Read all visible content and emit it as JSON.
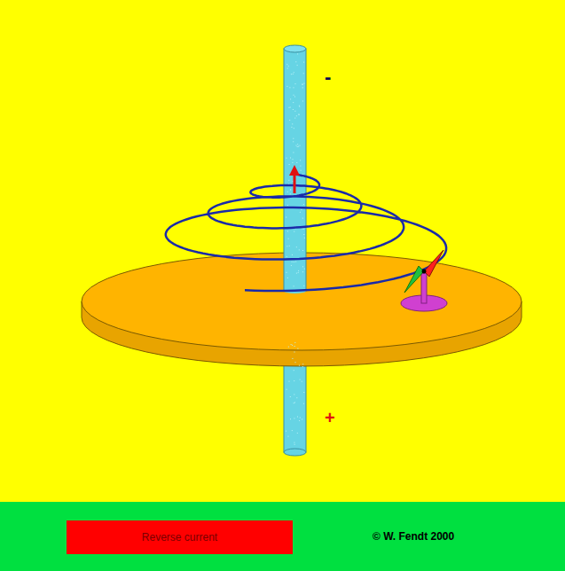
{
  "diagram": {
    "nodes": [
      {
        "text": [
          "Reverse current"
        ]
      }
    ],
    "labels": [
      "-",
      "+",
      "© W. Fendt 2000"
    ]
  }
}
